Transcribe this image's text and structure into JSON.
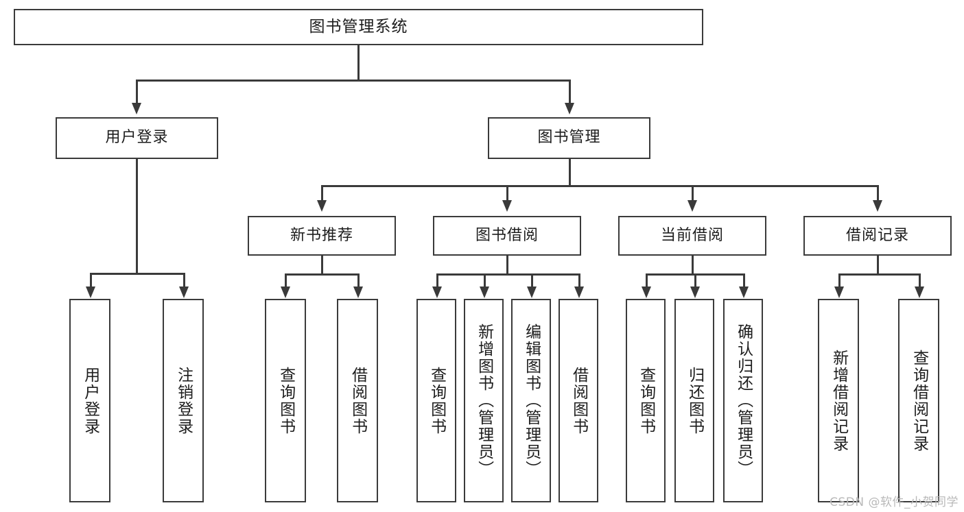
{
  "diagram": {
    "title": "图书管理系统",
    "type": "功能结构图",
    "root": {
      "label": "图书管理系统"
    },
    "level2": [
      {
        "label": "用户登录"
      },
      {
        "label": "图书管理"
      }
    ],
    "level3": [
      {
        "label": "新书推荐"
      },
      {
        "label": "图书借阅"
      },
      {
        "label": "当前借阅"
      },
      {
        "label": "借阅记录"
      }
    ],
    "leaves": {
      "user_login": [
        {
          "label": "用户登录"
        },
        {
          "label": "注销登录"
        }
      ],
      "new_book_recommend": [
        {
          "label": "查询图书"
        },
        {
          "label": "借阅图书"
        }
      ],
      "book_borrow": [
        {
          "label": "查询图书"
        },
        {
          "label": "新增图书（管理员）"
        },
        {
          "label": "编辑图书（管理员）"
        },
        {
          "label": "借阅图书"
        }
      ],
      "current_borrow": [
        {
          "label": "查询图书"
        },
        {
          "label": "归还图书"
        },
        {
          "label": "确认归还（管理员）"
        }
      ],
      "borrow_record": [
        {
          "label": "新增借阅记录"
        },
        {
          "label": "查询借阅记录"
        }
      ]
    }
  },
  "watermark": {
    "text": "CSDN @软件_小贺同学"
  },
  "colors": {
    "stroke": "#3a3a3a",
    "fill": "#ffffff",
    "text": "#1d1d1d",
    "watermark": "#b9b9b9"
  }
}
